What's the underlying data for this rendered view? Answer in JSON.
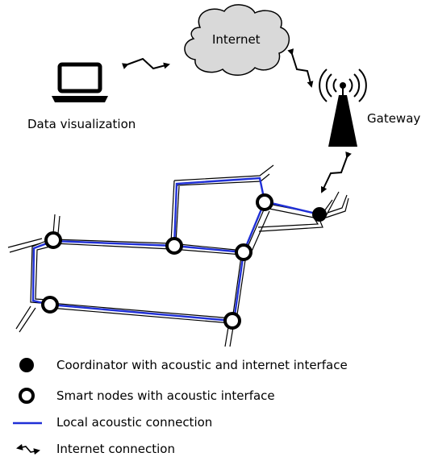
{
  "labels": {
    "internet": "Internet",
    "data_visualization": "Data visualization",
    "gateway": "Gateway"
  },
  "legend": {
    "coordinator": "Coordinator with acoustic and internet interface",
    "smart_nodes": "Smart nodes with acoustic interface",
    "local_acoustic": "Local acoustic connection",
    "internet_connection": "Internet connection"
  },
  "colors": {
    "acoustic_line": "#1f2fd6",
    "cloud_fill": "#d9d9d9",
    "node_fill": "#ffffff",
    "coordinator_fill": "#000000"
  },
  "icons": {
    "laptop": "laptop-icon",
    "cloud": "cloud-icon",
    "gateway": "antenna-tower-icon",
    "wireless_link": "zigzag-arrow-icon"
  }
}
